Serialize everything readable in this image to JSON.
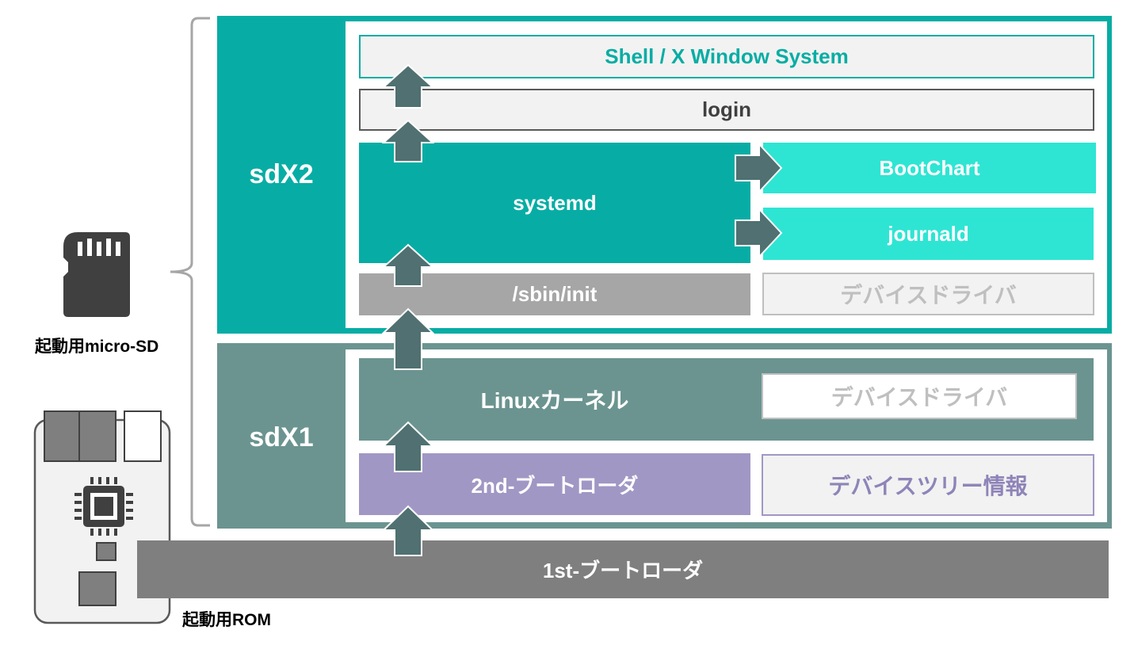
{
  "colors": {
    "teal_dark": "#07ada4",
    "teal_light": "#2ee5d3",
    "gray_blue": "#6b9490",
    "purple": "#a197c4",
    "purple_text": "#8f84b8",
    "gray_box": "#a6a6a6",
    "gray_rom": "#7f7f7f",
    "light_fill": "#f2f2f2",
    "arrow": "#507071"
  },
  "partitions": {
    "sdx2": "sdX2",
    "sdx1": "sdX1"
  },
  "layers": {
    "shell": "Shell / X Window System",
    "login": "login",
    "systemd": "systemd",
    "bootchart": "BootChart",
    "journald": "journald",
    "sbin_init": "/sbin/init",
    "device_driver_sdx2": "デバイスドライバ",
    "linux_kernel": "Linuxカーネル",
    "device_driver_sdx1": "デバイスドライバ",
    "second_loader": "2nd-ブートローダ",
    "device_tree": "デバイスツリー情報",
    "first_loader": "1st-ブートローダ"
  },
  "captions": {
    "micro_sd": "起動用micro-SD",
    "rom": "起動用ROM"
  },
  "icons": [
    "micro-sd-card-icon",
    "board-icon",
    "chip-icon",
    "curly-brace"
  ]
}
